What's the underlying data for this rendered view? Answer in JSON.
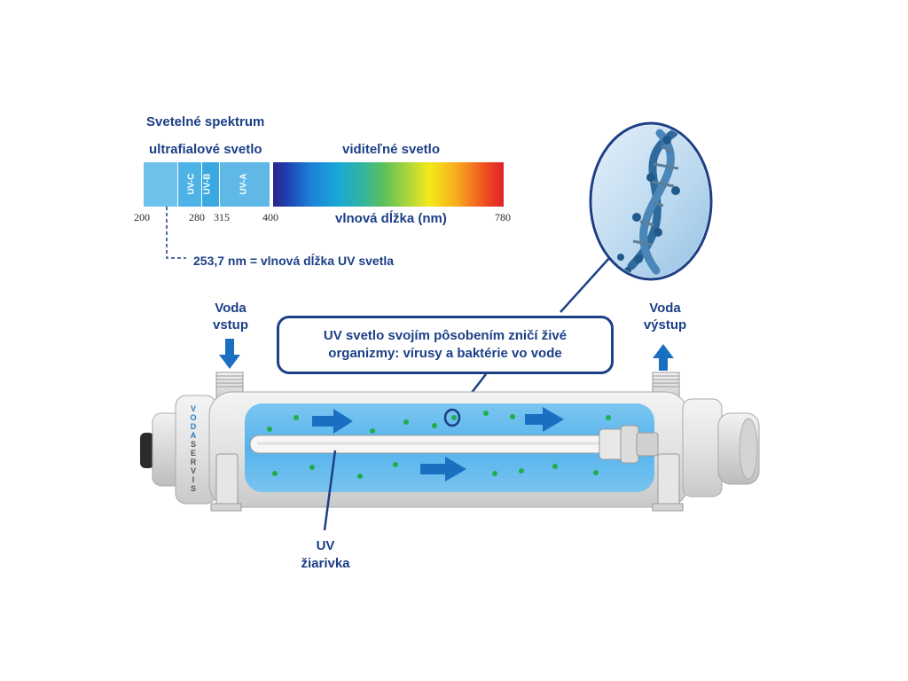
{
  "spectrum": {
    "title": "Svetelné spektrum",
    "uv_label": "ultrafialové svetlo",
    "visible_label": "viditeľné svetlo",
    "wavelength_label": "vlnová dĺžka (nm)",
    "ticks": [
      "200",
      "280",
      "315",
      "400",
      "780"
    ],
    "bands": [
      "UV-C",
      "UV-B",
      "UV-A"
    ],
    "uv_wavelength_note": "253,7 nm = vlnová dĺžka UV svetla",
    "colors": {
      "uv": "#6ec1ea",
      "uvc": "#4db3e6",
      "uvb": "#3aa9e2",
      "uva": "#5fb8e6"
    }
  },
  "labels": {
    "inlet": [
      "Voda",
      "vstup"
    ],
    "outlet": [
      "Voda",
      "výstup"
    ],
    "lamp": [
      "UV",
      "žiarivka"
    ],
    "callout": [
      "UV svetlo svojím pôsobením zničí živé",
      "organizmy: vírusy a baktérie vo vode"
    ]
  },
  "brand": {
    "name": "VODASERVIS",
    "letters": [
      "V",
      "O",
      "D",
      "A",
      "S",
      "E",
      "R",
      "V",
      "I",
      "S"
    ]
  },
  "colors": {
    "accent": "#1c3f86",
    "arrow": "#1a6fc0",
    "water": "#5fb8ee",
    "bubble": "#1fae4b"
  }
}
